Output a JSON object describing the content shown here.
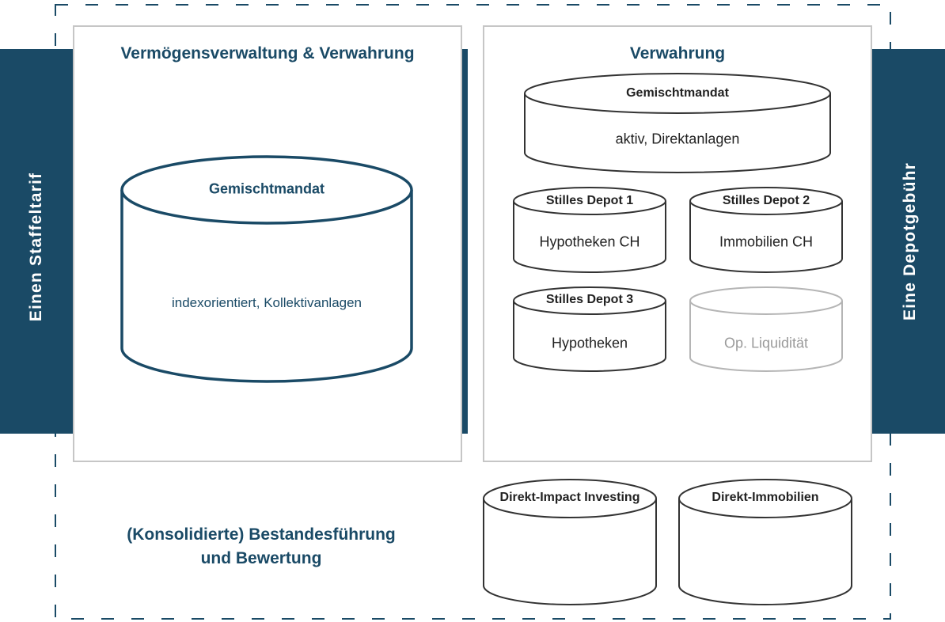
{
  "colors": {
    "primary": "#1a4a66",
    "box_border": "#bfbfbf",
    "cylinder_stroke": "#333333",
    "muted": "#aaaaaa",
    "dashed": "#1a4a66"
  },
  "side_bars": {
    "left_label": "Einen Staffeltarif",
    "right_label": "Eine Depotgebühr"
  },
  "left_panel": {
    "title": "Vermögensverwaltung & Verwahrung",
    "cylinder": {
      "label": "Gemischtmandat",
      "content": "indexorientiert, Kollektivanlagen"
    }
  },
  "right_panel": {
    "title": "Verwahrung",
    "main_cylinder": {
      "label": "Gemischtmandat",
      "content": "aktiv, Direktanlagen"
    },
    "depots": [
      {
        "label": "Stilles Depot 1",
        "content": "Hypotheken CH"
      },
      {
        "label": "Stilles Depot 2",
        "content": "Immobilien CH"
      },
      {
        "label": "Stilles Depot 3",
        "content": "Hypotheken"
      },
      {
        "label": "",
        "content": "Op. Liquidität"
      }
    ]
  },
  "bottom": {
    "text_line1": "(Konsolidierte) Bestandesführung",
    "text_line2": "und Bewertung",
    "cylinders": [
      {
        "label": "Direkt-Impact Investing"
      },
      {
        "label": "Direkt-Immobilien"
      }
    ]
  }
}
